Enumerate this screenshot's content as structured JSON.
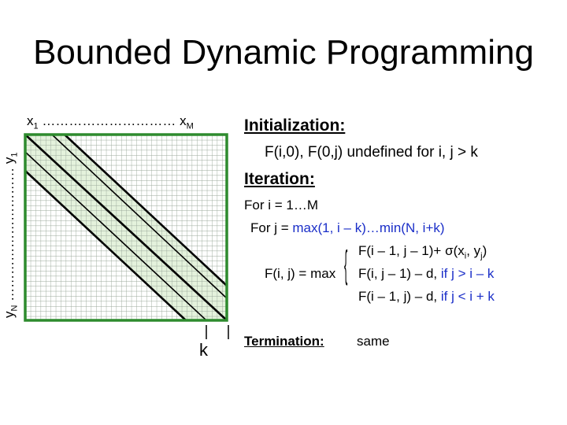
{
  "title": "Bounded Dynamic Programming",
  "diagram": {
    "x_axis": "x1 ............................ xM",
    "y_axis": "y1 ............................ yN",
    "x_axis_parts": {
      "start": "x",
      "start_sub": "1",
      "dots": " ………………………… ",
      "end": "x",
      "end_sub": "M"
    },
    "y_axis_parts": {
      "start": "y",
      "start_sub": "N",
      "dots": " ………………………… ",
      "end": "y",
      "end_sub": "1"
    },
    "band_label": "k",
    "colors": {
      "grid_border": "#2e8b2e",
      "band_fill": "#e4f2dc",
      "grid_line": "#9aa89a",
      "band_edge": "#000000"
    }
  },
  "initialization": {
    "heading": "Initialization:",
    "text": "F(i,0), F(0,j) undefined for i, j > k"
  },
  "iteration": {
    "heading": "Iteration:",
    "loop_i": "For i = 1…M",
    "loop_j": {
      "prefix": "For j = ",
      "range": "max(1, i – k)…min(N, i+k)"
    },
    "formula": {
      "lhs": "F(i, j) = max",
      "case1": {
        "text": "F(i – 1, j – 1)+ ",
        "sigma": "σ",
        "args_open": "(x",
        "x_sub": "i",
        "sep": ", y",
        "y_sub": "j",
        "close": ")"
      },
      "case2": {
        "text": "F(i, j – 1) – d, ",
        "cond": "if j > i – k"
      },
      "case3": {
        "text": "F(i – 1, j) – d, ",
        "cond": "if j < i + k"
      }
    }
  },
  "termination": {
    "heading": "Termination:",
    "text": "same"
  }
}
